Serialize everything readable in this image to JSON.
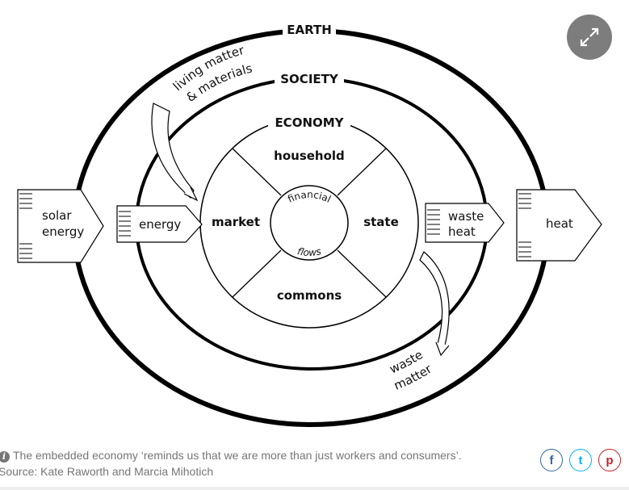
{
  "diagram": {
    "earth": "EARTH",
    "society": "SOCIETY",
    "economy": "ECONOMY",
    "household": "household",
    "market": "market",
    "state": "state",
    "commons": "commons",
    "financial": "financial",
    "flows": "flows",
    "living_1": "living matter",
    "living_2": "& materials",
    "solar_1": "solar",
    "solar_2": "energy",
    "energy": "energy",
    "waste_heat_1": "waste",
    "waste_heat_2": "heat",
    "heat": "heat",
    "waste_matter_1": "waste",
    "waste_matter_2": "matter"
  },
  "expand_icon": "expand-icon",
  "caption": {
    "text": "The embedded economy ‘reminds us that we are more than just workers and consumers’.",
    "source": "Source: Kate Raworth and Marcia Mihotich"
  },
  "share": {
    "facebook": "f",
    "twitter": "t",
    "pinterest": "p",
    "colors": {
      "facebook": "#3067a3",
      "twitter": "#03b3ee",
      "pinterest": "#cb1f27"
    }
  }
}
